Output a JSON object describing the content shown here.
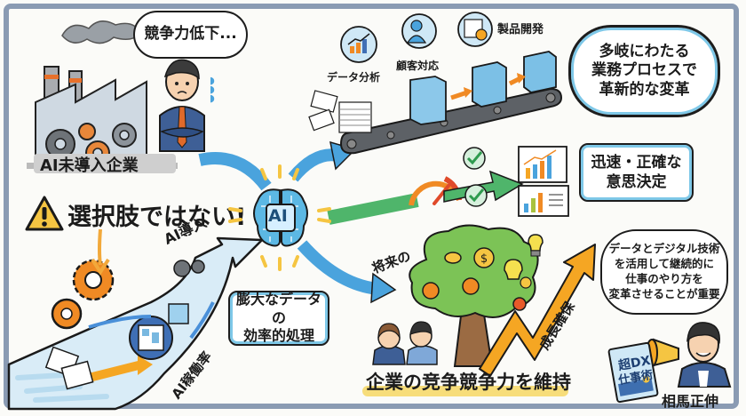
{
  "factory": {
    "label": "AI未導入企業",
    "speech": "競争力低下..."
  },
  "warning": {
    "text": "選択肢ではない!"
  },
  "flow": {
    "ai_adoption_label": "AI導入",
    "ai_operation_label": "AI稼働率"
  },
  "ai_core": {
    "chip_label": "AI",
    "caption_line1": "膨大なデータの",
    "caption_line2": "効率的処理"
  },
  "business": {
    "icons": [
      {
        "label": "データ分析",
        "icon": "bar-chart-icon"
      },
      {
        "label": "顧客対応",
        "icon": "customer-support-icon"
      },
      {
        "label": "製品開発",
        "icon": "product-dev-icon"
      }
    ],
    "bubble_line1": "多岐にわたる",
    "bubble_line2": "業務プロセスで",
    "bubble_line3": "革新的な変革"
  },
  "decision": {
    "line1": "迅速・正確な",
    "line2": "意思決定"
  },
  "growth": {
    "future_label": "将来の",
    "growth_label": "成長確保",
    "banner": "企業の竞争競争力を維持"
  },
  "presenter": {
    "speech_line1": "データとデジタル技術",
    "speech_line2": "を活用して継続的に",
    "speech_line3": "仕事のやり方を",
    "speech_line4": "変革させることが重要",
    "name": "相馬正伸",
    "book_title_line1": "超DX",
    "book_title_line2": "仕事術"
  },
  "colors": {
    "frame": "#8a9bb3",
    "blue_arrow": "#4aa3dd",
    "green_arrow": "#4fb56b",
    "orange": "#f08a24",
    "yellow": "#f5c542",
    "tree_green": "#7cc356"
  }
}
